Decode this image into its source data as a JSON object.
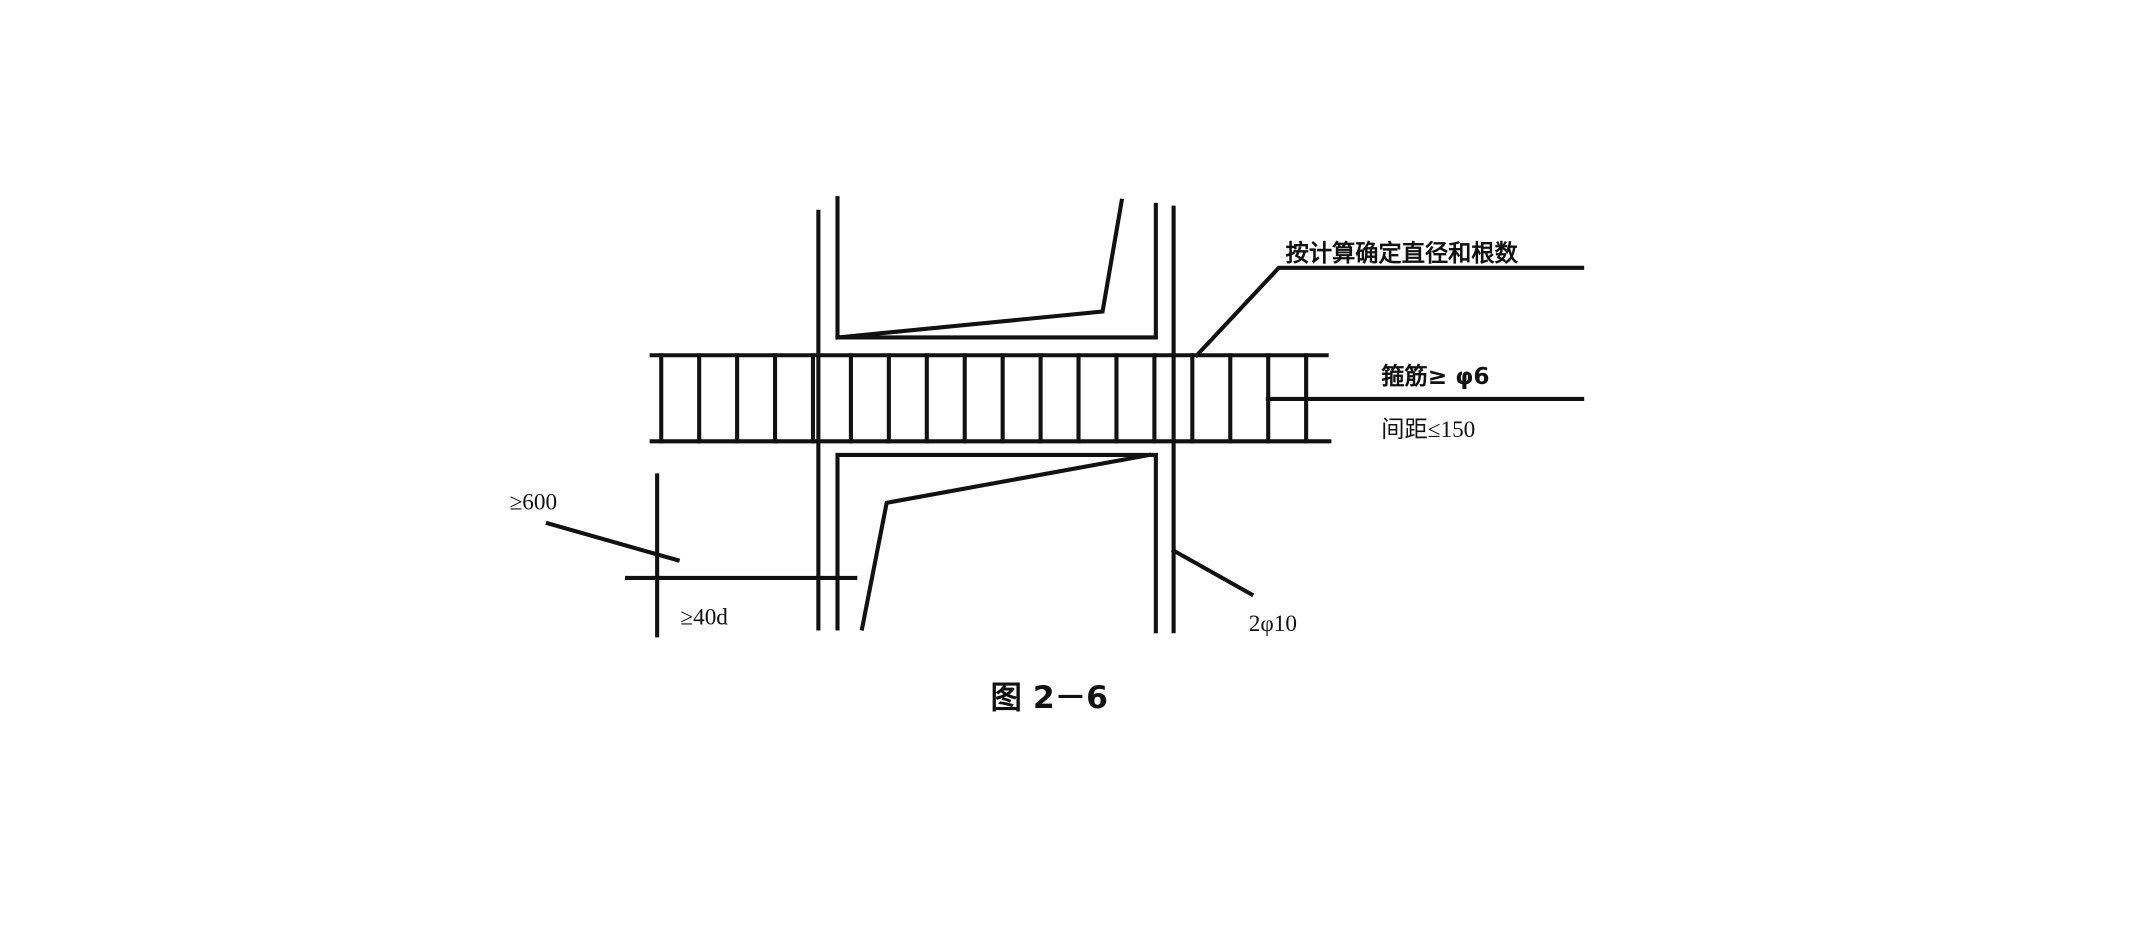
{
  "figure": {
    "caption": "图 2－6",
    "labels": {
      "longitudinal_bars": "按计算确定直径和根数",
      "stirrup_diameter": "箍筋≥ φ6",
      "stirrup_spacing": "间距≤150",
      "length_600": "≥600",
      "anchorage": "≥40d",
      "bars_2phi10": "2φ10"
    },
    "stirrup_count": 18
  }
}
